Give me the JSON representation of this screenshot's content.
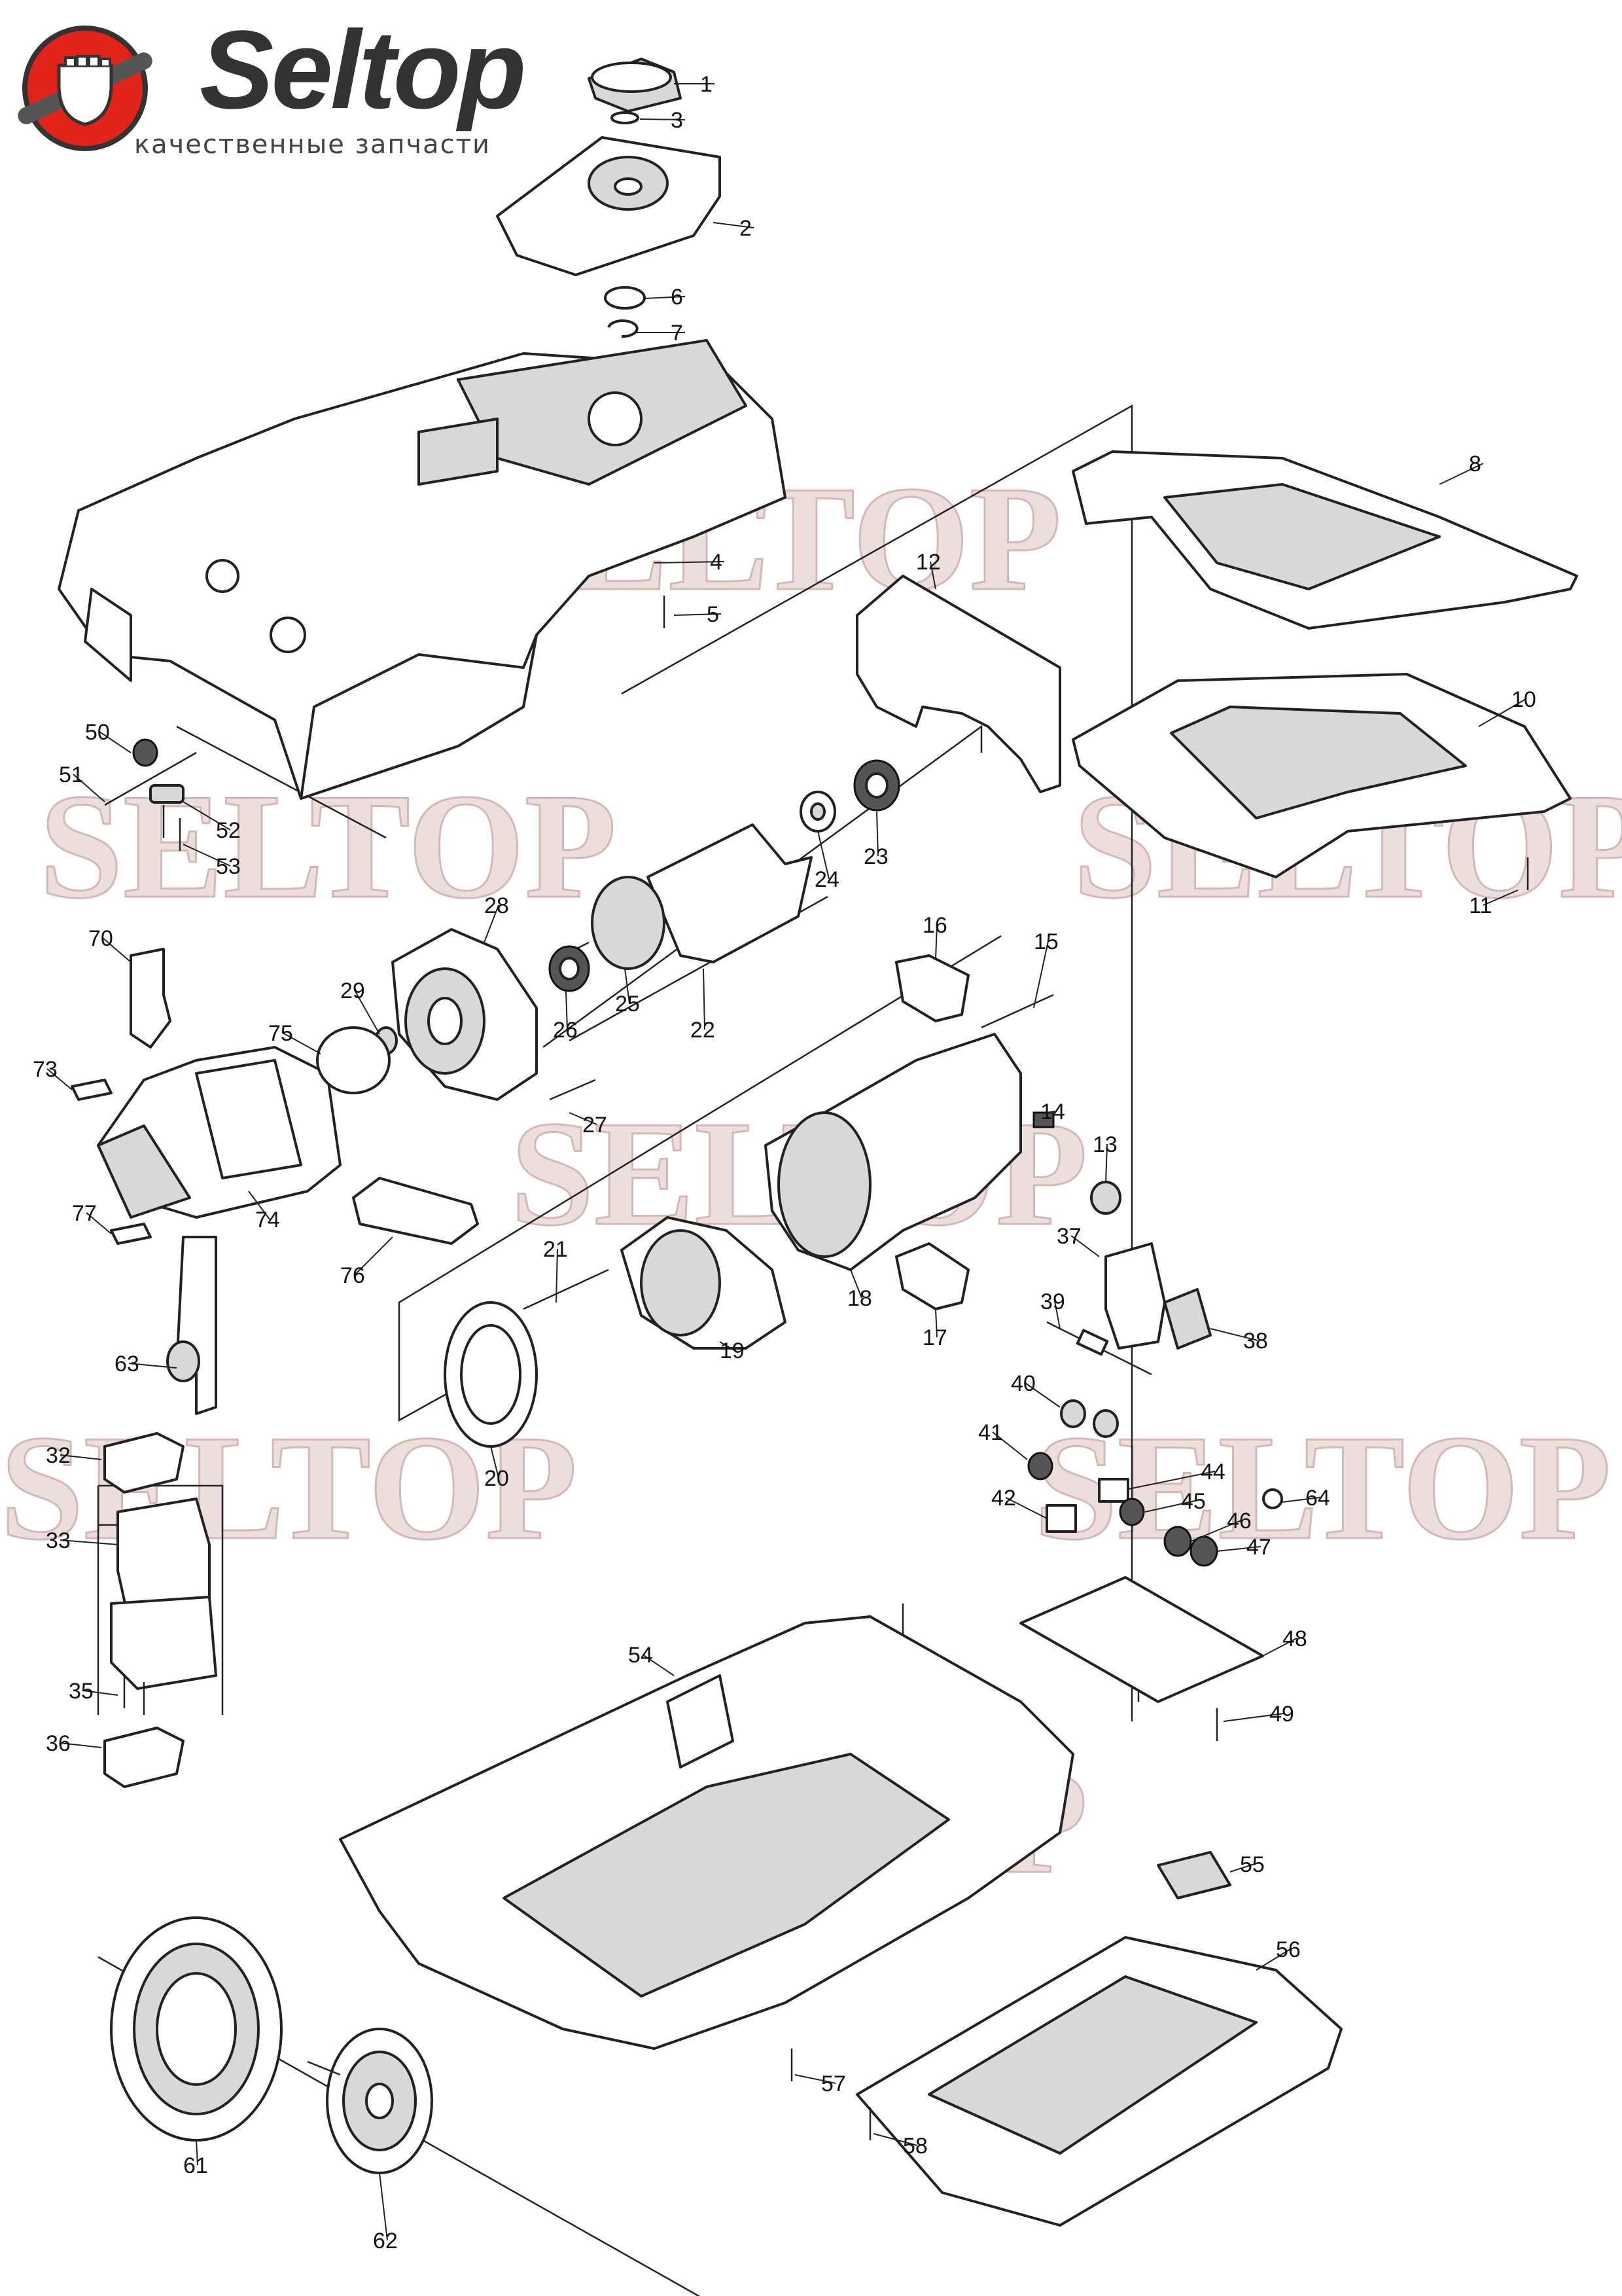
{
  "brand": {
    "name": "Seltop",
    "tagline": "качественные запчасти",
    "accent_color": "#e2231a",
    "watermark_text": "SELTOP",
    "logo_icon": "fist-wrench-icon"
  },
  "parts": [
    {
      "id": "1",
      "label": "1"
    },
    {
      "id": "2",
      "label": "2"
    },
    {
      "id": "3",
      "label": "3"
    },
    {
      "id": "4",
      "label": "4"
    },
    {
      "id": "5",
      "label": "5"
    },
    {
      "id": "6",
      "label": "6"
    },
    {
      "id": "7",
      "label": "7"
    },
    {
      "id": "8",
      "label": "8"
    },
    {
      "id": "10",
      "label": "10"
    },
    {
      "id": "11",
      "label": "11"
    },
    {
      "id": "12",
      "label": "12"
    },
    {
      "id": "13",
      "label": "13"
    },
    {
      "id": "14",
      "label": "14"
    },
    {
      "id": "15",
      "label": "15"
    },
    {
      "id": "16",
      "label": "16"
    },
    {
      "id": "17",
      "label": "17"
    },
    {
      "id": "18",
      "label": "18"
    },
    {
      "id": "19",
      "label": "19"
    },
    {
      "id": "20",
      "label": "20"
    },
    {
      "id": "21",
      "label": "21"
    },
    {
      "id": "22",
      "label": "22"
    },
    {
      "id": "23",
      "label": "23"
    },
    {
      "id": "24",
      "label": "24"
    },
    {
      "id": "25",
      "label": "25"
    },
    {
      "id": "26",
      "label": "26"
    },
    {
      "id": "27",
      "label": "27"
    },
    {
      "id": "28",
      "label": "28"
    },
    {
      "id": "29",
      "label": "29"
    },
    {
      "id": "32",
      "label": "32"
    },
    {
      "id": "33",
      "label": "33"
    },
    {
      "id": "35",
      "label": "35"
    },
    {
      "id": "36",
      "label": "36"
    },
    {
      "id": "37",
      "label": "37"
    },
    {
      "id": "38",
      "label": "38"
    },
    {
      "id": "39",
      "label": "39"
    },
    {
      "id": "40",
      "label": "40"
    },
    {
      "id": "41",
      "label": "41"
    },
    {
      "id": "42",
      "label": "42"
    },
    {
      "id": "44",
      "label": "44"
    },
    {
      "id": "45",
      "label": "45"
    },
    {
      "id": "46",
      "label": "46"
    },
    {
      "id": "47",
      "label": "47"
    },
    {
      "id": "48",
      "label": "48"
    },
    {
      "id": "49",
      "label": "49"
    },
    {
      "id": "50",
      "label": "50"
    },
    {
      "id": "51",
      "label": "51"
    },
    {
      "id": "52",
      "label": "52"
    },
    {
      "id": "53",
      "label": "53"
    },
    {
      "id": "54",
      "label": "54"
    },
    {
      "id": "55",
      "label": "55"
    },
    {
      "id": "56",
      "label": "56"
    },
    {
      "id": "57",
      "label": "57"
    },
    {
      "id": "58",
      "label": "58"
    },
    {
      "id": "61",
      "label": "61"
    },
    {
      "id": "62",
      "label": "62"
    },
    {
      "id": "63",
      "label": "63"
    },
    {
      "id": "64",
      "label": "64"
    },
    {
      "id": "70",
      "label": "70"
    },
    {
      "id": "73",
      "label": "73"
    },
    {
      "id": "74",
      "label": "74"
    },
    {
      "id": "75",
      "label": "75"
    },
    {
      "id": "76",
      "label": "76"
    },
    {
      "id": "77",
      "label": "77"
    }
  ]
}
